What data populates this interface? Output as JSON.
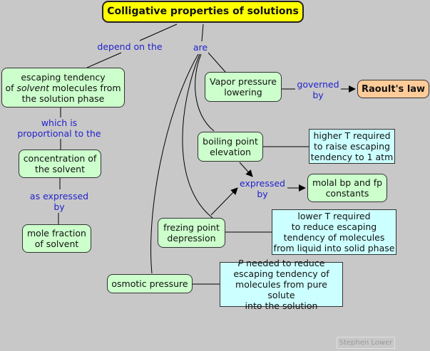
{
  "title": "Colligative properties of solutions",
  "nodes": {
    "escaping": {
      "pre": "escaping tendency",
      "line2_pre": "of ",
      "line2_em": "solvent",
      "line2_post": " molecules from",
      "line3": "the solution phase"
    },
    "concentration": "concentration of\nthe solvent",
    "mole_fraction": "mole fraction\nof solvent",
    "vapor_pressure": "Vapor pressure\nlowering",
    "raoult": "Raoult's law",
    "boiling": "boiling point\nelevation",
    "higher_t": "higher T required\nto raise escaping\ntendency to 1 atm",
    "molal": "molal bp and fp\nconstants",
    "freezing": "frezing point\ndepression",
    "lower_t": "lower T required\nto reduce escaping\ntendency of molecules\nfrom liquid into solid phase",
    "osmotic": "osmotic pressure",
    "p_needed": {
      "em": "P",
      "rest": " needed to reduce\nescaping tendency of\nmolecules from pure solute\ninto the solution"
    }
  },
  "links": {
    "depend_on_the": "depend on the",
    "are": "are",
    "which_is": "which is\nproportional to the",
    "as_expressed_by": "as expressed\nby",
    "governed_by": "governed\nby",
    "expressed_by": "expressed\nby"
  },
  "credit": "Stephen Lower",
  "colors": {
    "background": "#c8c8c8",
    "title_fill": "#ffff00",
    "concept_fill": "#ccffcc",
    "note_fill": "#ccffff",
    "law_fill": "#ffcc99",
    "link_text": "#2222cc"
  }
}
